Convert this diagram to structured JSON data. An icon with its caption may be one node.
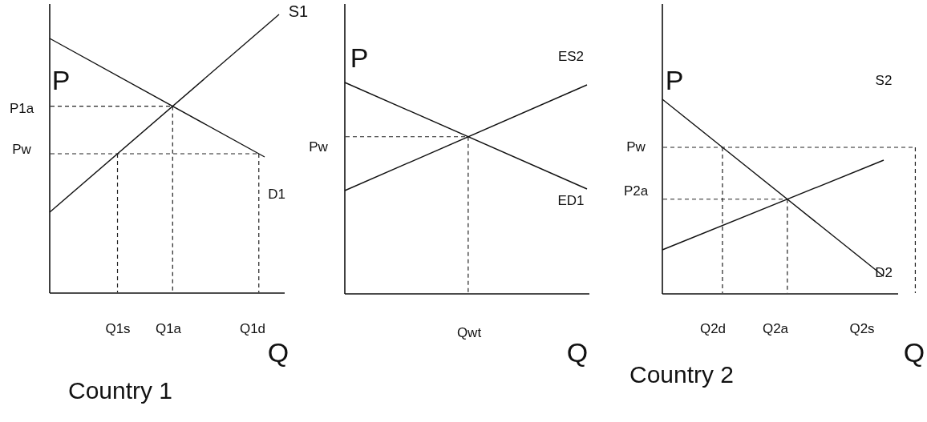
{
  "diagram": {
    "labels": [
      "S1",
      "P",
      "P1a",
      "Pw",
      "D1",
      "Q1s",
      "Q1a",
      "Q1d",
      "Q",
      "Country 1",
      "P",
      "ES2",
      "Pw",
      "ED1",
      "Qwt",
      "Q",
      "P",
      "S2",
      "Pw",
      "P2a",
      "D2",
      "Q2d",
      "Q2a",
      "Q2s",
      "Q",
      "Country 2"
    ]
  }
}
